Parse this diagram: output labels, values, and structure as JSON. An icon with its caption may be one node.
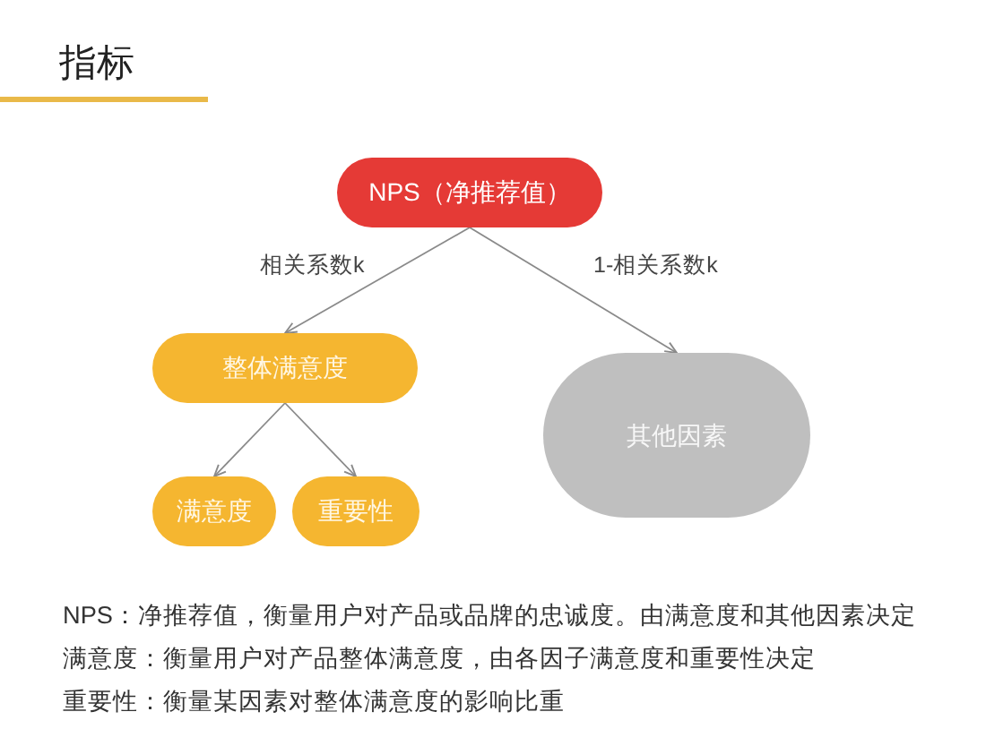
{
  "diagram": {
    "title": "指标",
    "nodes": [
      {
        "text": [
          "NPS（净推荐值）"
        ]
      },
      {
        "text": [
          "整体满意度"
        ]
      },
      {
        "text": [
          "其他因素"
        ]
      },
      {
        "text": [
          "满意度"
        ]
      },
      {
        "text": [
          "重要性"
        ]
      }
    ],
    "edges": [
      {
        "from": 0,
        "to": 1,
        "arrow": "to",
        "label": "相关系数k"
      },
      {
        "from": 0,
        "to": 2,
        "arrow": "to",
        "label": "1-相关系数k"
      },
      {
        "from": 1,
        "to": 3,
        "arrow": "to"
      },
      {
        "from": 1,
        "to": 4,
        "arrow": "to"
      }
    ],
    "labels": [
      "NPS：净推荐值，衡量用户对产品或品牌的忠诚度。由满意度和其他因素决定",
      "满意度：衡量用户对产品整体满意度，由各因子满意度和重要性决定",
      "重要性：衡量某因素对整体满意度的影响比重"
    ]
  }
}
